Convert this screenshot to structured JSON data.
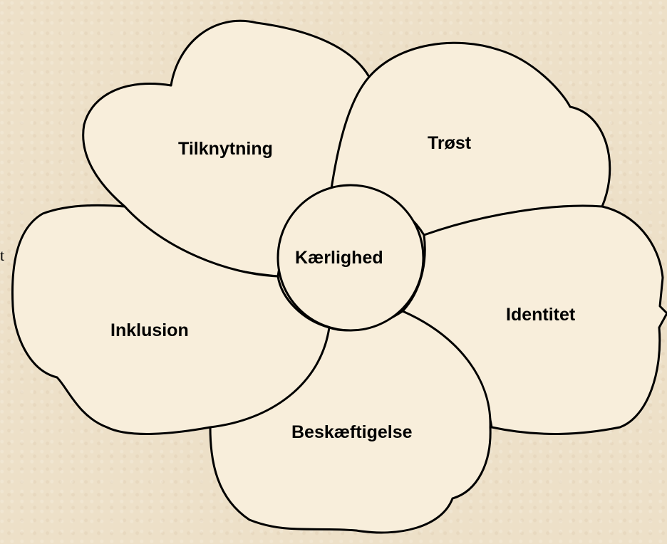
{
  "diagram": {
    "center_label": "Kærlighed",
    "petals": [
      {
        "id": "tilknytning",
        "label": "Tilknytning"
      },
      {
        "id": "troest",
        "label": "Trøst"
      },
      {
        "id": "identitet",
        "label": "Identitet"
      },
      {
        "id": "beskaeftigelse",
        "label": "Beskæftigelse"
      },
      {
        "id": "inklusion",
        "label": "Inklusion"
      }
    ],
    "stray_text": "t"
  },
  "colors": {
    "background": "#ede0c8",
    "petal_fill": "#f8eedb",
    "outline": "#000000"
  }
}
